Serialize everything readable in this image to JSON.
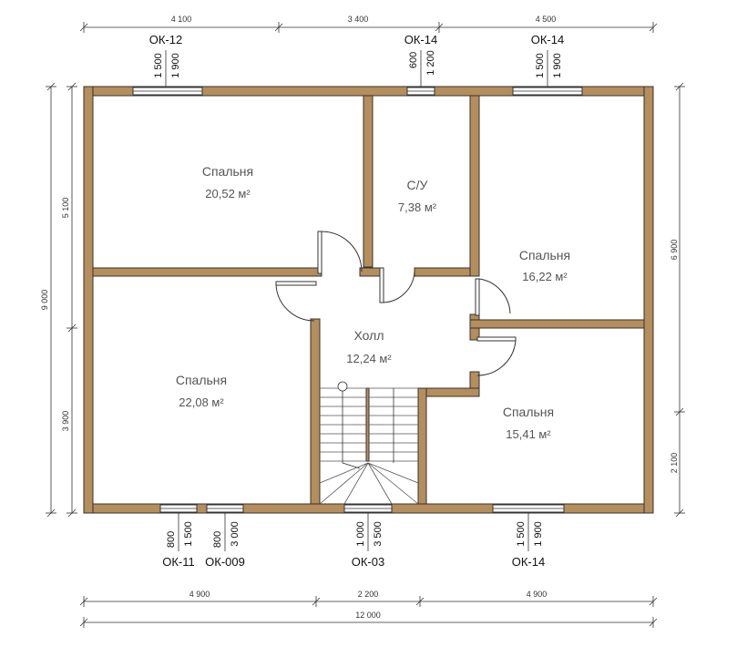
{
  "colors": {
    "wall": "#b58e5c",
    "wall_edge": "#333333",
    "floor": "#ffffff",
    "line": "#333333"
  },
  "rooms": {
    "bedroom1": {
      "name": "Спальня",
      "area": "20,52 м²"
    },
    "bathroom": {
      "name": "С/У",
      "area": "7,38 м²"
    },
    "bedroom2": {
      "name": "Спальня",
      "area": "16,22 м²"
    },
    "hall": {
      "name": "Холл",
      "area": "12,24 м²"
    },
    "bedroom3": {
      "name": "Спальня",
      "area": "22,08 м²"
    },
    "bedroom4": {
      "name": "Спальня",
      "area": "15,41 м²"
    }
  },
  "dimensions": {
    "top": [
      "4 100",
      "3 400",
      "4 500"
    ],
    "bottom": [
      "4 900",
      "2 200",
      "4 900"
    ],
    "total": "12 000",
    "left_total": "9 000",
    "left": [
      "5 100",
      "3 900"
    ],
    "right": [
      "6 900",
      "2 100"
    ]
  },
  "windows": {
    "top": [
      {
        "label": "ОК-12",
        "d1": "1 500",
        "d2": "1 900"
      },
      {
        "label": "ОК-14",
        "d1": "600",
        "d2": "1 200"
      },
      {
        "label": "ОК-14",
        "d1": "1 500",
        "d2": "1 900"
      }
    ],
    "bottom": [
      {
        "label": "ОК-11",
        "d1": "800",
        "d2": "1 500"
      },
      {
        "label": "ОК-009",
        "d1": "800",
        "d2": "3 000"
      },
      {
        "label": "ОК-03",
        "d1": "1 000",
        "d2": "3 500"
      },
      {
        "label": "ОК-14",
        "d1": "1 500",
        "d2": "1 900"
      }
    ]
  }
}
